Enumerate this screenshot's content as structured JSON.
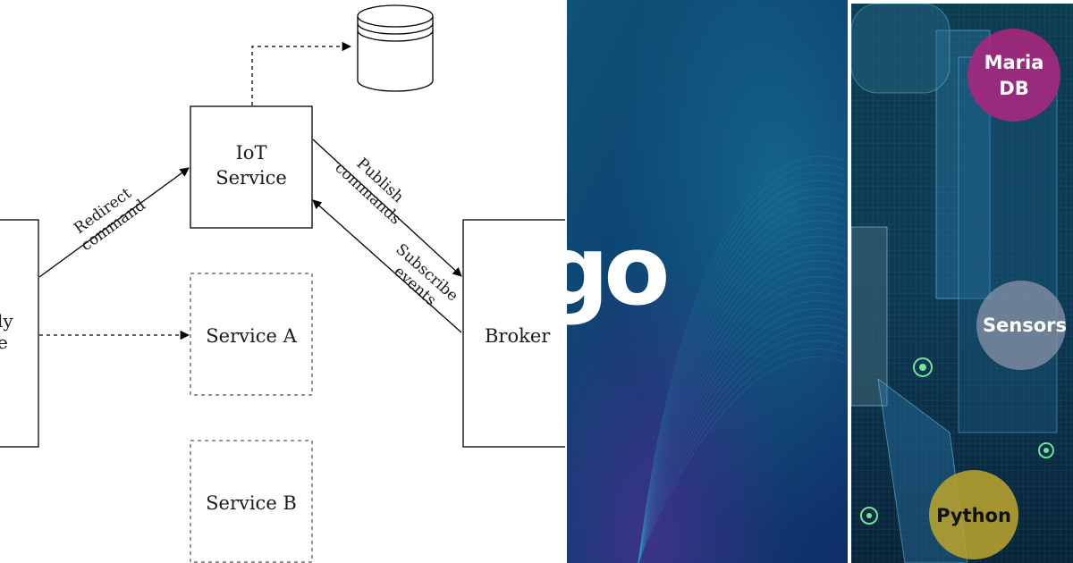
{
  "diagram": {
    "gateway_label_lines": [
      "ly",
      "e"
    ],
    "iot_service_lines": [
      "IoT",
      "Service"
    ],
    "service_a": "Service A",
    "service_b": "Service B",
    "broker": "Broker",
    "redirect_lines": [
      "Redirect",
      "command"
    ],
    "publish_lines": [
      "Publish",
      "commands"
    ],
    "subscribe_lines": [
      "Subscribe",
      "events"
    ],
    "database_icon": "database-cylinder-icon"
  },
  "blue_panel": {
    "logo_fragment": "go",
    "colors": {
      "dark": "#0b2a5c",
      "mid": "#0f4c7a",
      "teal": "#0f6a80"
    }
  },
  "photo_panel": {
    "bubbles": {
      "mariadb": {
        "lines": [
          "Maria",
          "DB"
        ],
        "color": "#a7287e"
      },
      "sensors": {
        "label": "Sensors",
        "color": "#8a93a8"
      },
      "python": {
        "label": "Python",
        "color": "#b8a32e"
      }
    }
  }
}
